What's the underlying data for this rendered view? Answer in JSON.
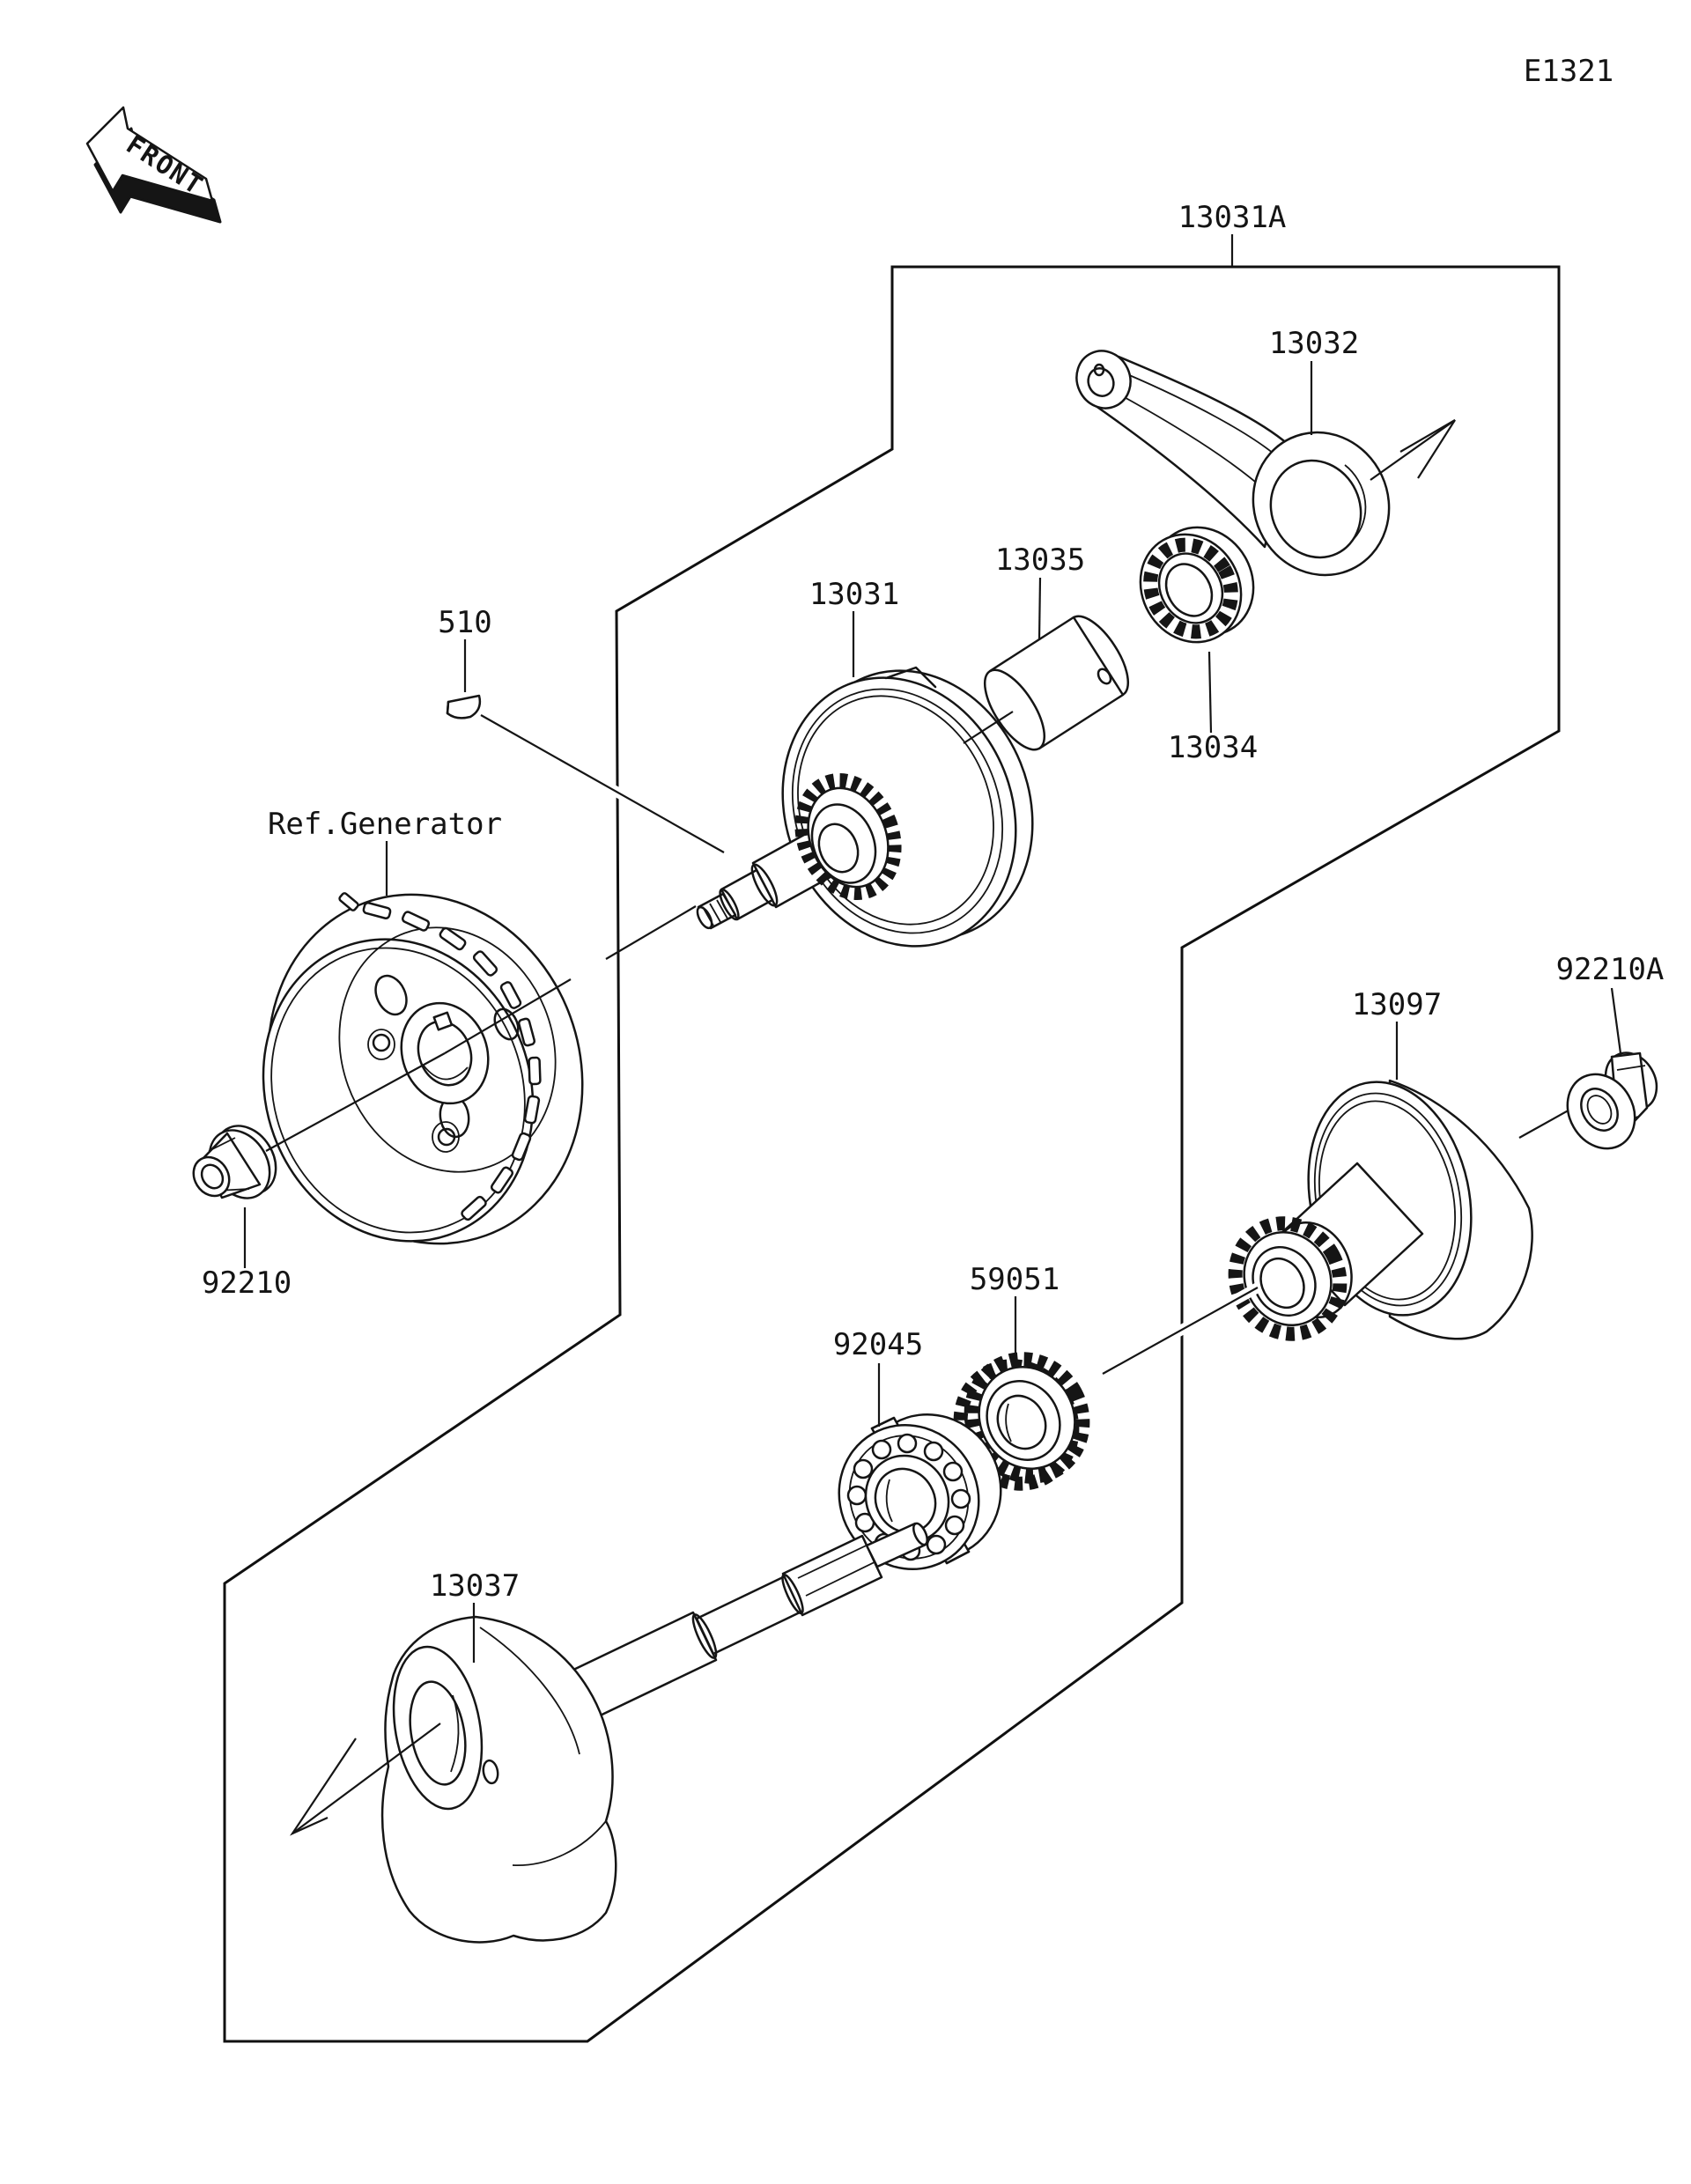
{
  "page": {
    "code": "E1321"
  },
  "front_marker": {
    "label": "FRONT"
  },
  "labels": {
    "group_13031a": "13031A",
    "rod_13032": "13032",
    "pin_13035": "13035",
    "bearing_13034": "13034",
    "crank_13031": "13031",
    "key_510": "510",
    "ref_generator": "Ref.Generator",
    "nut_92210": "92210",
    "housing_13097": "13097",
    "nut_92210a": "92210A",
    "gear_59051": "59051",
    "bearing_92045": "92045",
    "crank_13037": "13037"
  }
}
